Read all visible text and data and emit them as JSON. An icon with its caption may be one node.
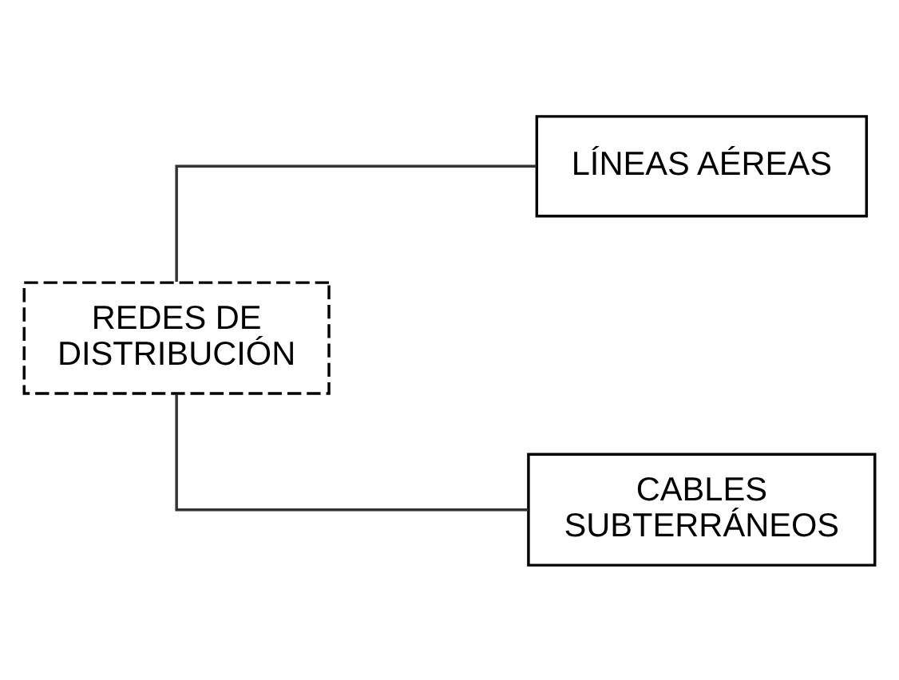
{
  "diagram": {
    "nodes": [
      {
        "text": [
          "REDES DE DISTRIBUCIÓN"
        ]
      },
      {
        "text": [
          "LÍNEAS AÉREAS"
        ]
      },
      {
        "text": [
          "CABLES SUBTERRÁNEOS"
        ]
      }
    ],
    "edges": [
      {
        "from": 0,
        "to": 1,
        "arrow": "none"
      },
      {
        "from": 0,
        "to": 2,
        "arrow": "none"
      }
    ]
  }
}
